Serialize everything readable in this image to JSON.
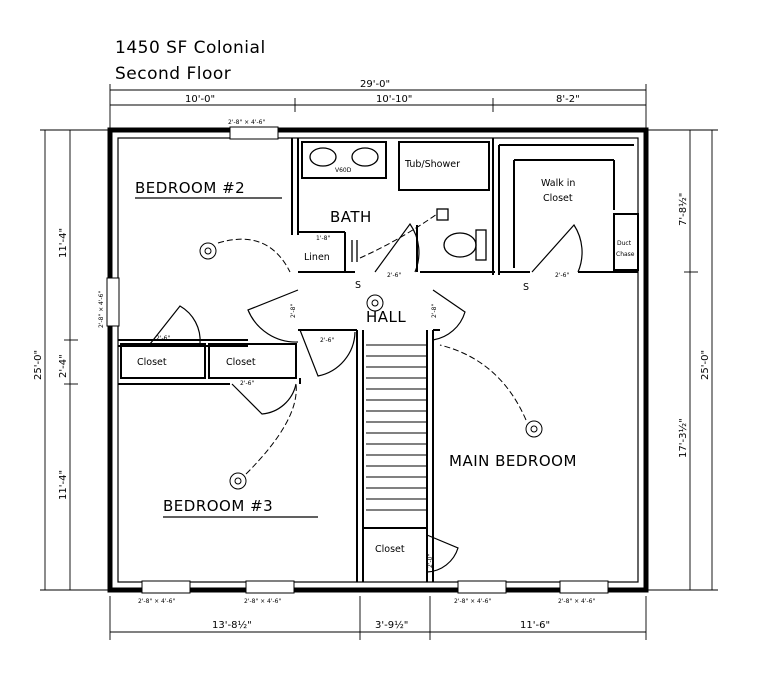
{
  "title": {
    "line1": "1450 SF Colonial",
    "line2": "Second Floor"
  },
  "rooms": {
    "bedroom2": "BEDROOM #2",
    "bedroom3": "BEDROOM #3",
    "bath": "BATH",
    "hall": "HALL",
    "main_bedroom": "MAIN BEDROOM",
    "closet1": "Closet",
    "closet2": "Closet",
    "closet3": "Closet",
    "walk_in_closet_1": "Walk in",
    "walk_in_closet_2": "Closet",
    "linen": "Linen",
    "tub_shower": "Tub/Shower",
    "duct_chase_1": "Duct",
    "duct_chase_2": "Chase",
    "vanity": "V60D"
  },
  "dimensions": {
    "overall_width": "29'-0\"",
    "top_left": "10'-0\"",
    "top_mid": "10'-10\"",
    "top_right": "8'-2\"",
    "bottom_left": "13'-8½\"",
    "bottom_mid": "3'-9½\"",
    "bottom_right": "11'-6\"",
    "left_overall": "25'-0\"",
    "left_upper": "11'-4\"",
    "left_mid": "2'-4\"",
    "left_lower": "11'-4\"",
    "right_overall": "25'-0\"",
    "right_upper": "7'-8½\"",
    "right_lower": "17'-3½\""
  },
  "windows": {
    "top": "2'-8\" × 4'-6\"",
    "left": "2'-8\" × 4'-6\"",
    "bottom1": "2'-8\" × 4'-6\"",
    "bottom2": "2'-8\" × 4'-6\"",
    "bottom3": "2'-8\" × 4'-6\"",
    "bottom4": "2'-8\" × 4'-6\""
  },
  "doors": {
    "bed2_closet": "2'-6\"",
    "bed3_closet": "2'-6\"",
    "hall_west": "2'-8\"",
    "hall_east": "2'-8\"",
    "bed3_door": "2'-6\"",
    "bath_door": "2'-6\"",
    "walkin_door": "2'-6\"",
    "linen_door": "1'-8\"",
    "closet_door": "2'-0\""
  },
  "switch_symbol": "S"
}
